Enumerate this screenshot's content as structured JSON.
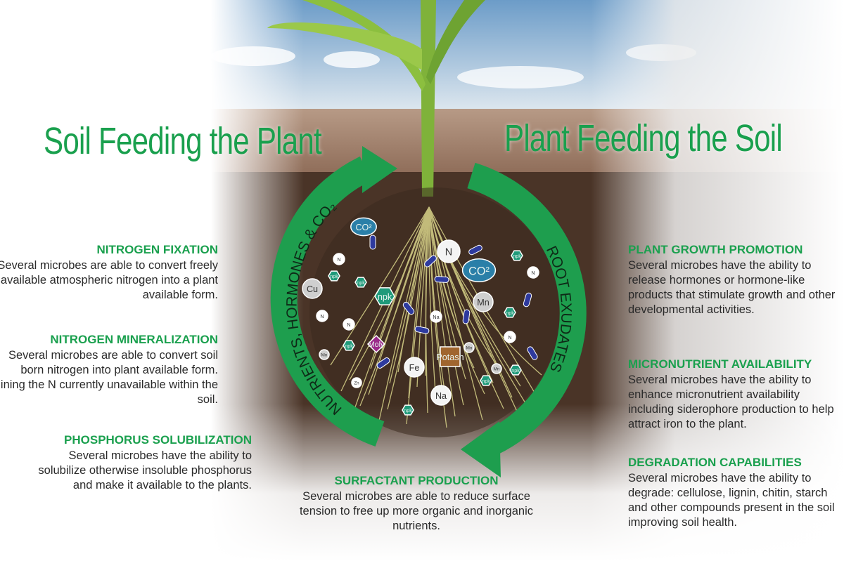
{
  "titles": {
    "left": "Soil Feeding the Plant",
    "right": "Plant Feeding the Soil"
  },
  "cycle": {
    "left_arrow_label": "NUTRIENTS, HORMONES & CO₂",
    "right_arrow_label": "ROOT EXUDATES",
    "arrow_color": "#1e9e4e"
  },
  "left_blocks": [
    {
      "heading": "NITROGEN FIXATION",
      "text": "Several microbes are able to convert freely available atmospheric nitrogen into a plant available form."
    },
    {
      "heading": "NITROGEN MINERALIZATION",
      "text": "Several microbes are able to convert soil born nitrogen into plant available form. Mining the N currently unavailable within the soil."
    },
    {
      "heading": "PHOSPHORUS SOLUBILIZATION",
      "text": "Several microbes have the ability to solubilize otherwise insoluble phosphorus and make it available to the plants."
    }
  ],
  "center_block": {
    "heading": "SURFACTANT PRODUCTION",
    "text": "Several microbes are able to reduce surface tension to free up more organic and inorganic nutrients."
  },
  "right_blocks": [
    {
      "heading": "PLANT GROWTH PROMOTION",
      "text": "Several microbes have the ability to release hormones or hormone-like products that stimulate growth and other developmental activities."
    },
    {
      "heading": "MICRONUTRIENT AVAILABILITY",
      "text": "Several microbes have the ability to enhance micronutrient availability including siderophore production to help attract iron to the plant."
    },
    {
      "heading": "DEGRADATION CAPABILITIES",
      "text": "Several microbes have the ability to degrade: cellulose, lignin, chitin, starch and other compounds present in the soil improving soil health."
    }
  ],
  "nutrient_labels": [
    "CO²",
    "N",
    "Cu",
    "npk",
    "Mn",
    "Na",
    "Fe",
    "Zn",
    "Moly",
    "Potash"
  ],
  "colors": {
    "heading_green": "#1aa04e",
    "npk_hex": "#1f9a7a",
    "co2_cloud": "#2a7fa8",
    "moly": "#9a2a8a",
    "potash": "#a0652e",
    "microbe": "#2e3a9e"
  }
}
